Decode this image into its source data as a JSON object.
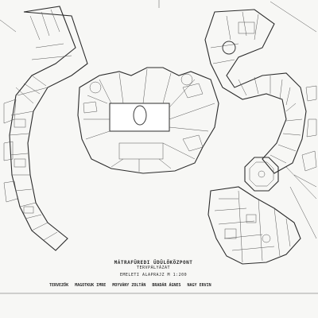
{
  "title_block": {
    "line1": "MÁTRAFÜREDI ÜDÜLŐKÖZPONT",
    "line2": "TERVPÁLYÁZAT",
    "line3": "EMELETI ALAPRAJZ M 1:200",
    "authors": [
      "TERVEZŐK",
      "MAGOTKUK IMRE",
      "MOYVÁNY ZOLTÁN",
      "BRADÁR ÁGNES",
      "NAGY ERVIN"
    ]
  },
  "colors": {
    "paper": "#f7f7f5",
    "ink": "#2c2c2c"
  }
}
